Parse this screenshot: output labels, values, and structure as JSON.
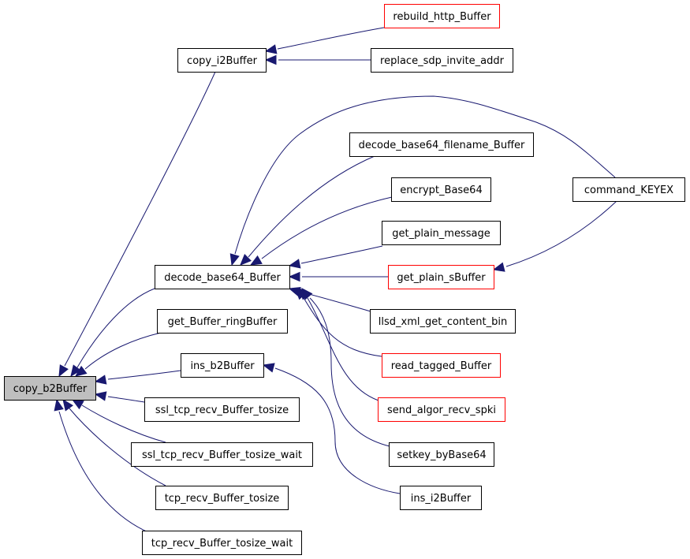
{
  "colors": {
    "edge": "#191970",
    "node_fill": "#ffffff",
    "node_border": "#000000",
    "node_border_truncated": "#ff0000",
    "root_fill": "#bfbfbf"
  },
  "nodes": {
    "copy_b2Buffer": {
      "label": "copy_b2Buffer",
      "root": true
    },
    "copy_i2Buffer": {
      "label": "copy_i2Buffer"
    },
    "rebuild_http_Buffer": {
      "label": "rebuild_http_Buffer",
      "truncated": true
    },
    "replace_sdp_invite_addr": {
      "label": "replace_sdp_invite_addr"
    },
    "decode_base64_Buffer": {
      "label": "decode_base64_Buffer"
    },
    "decode_base64_filename_Buffer": {
      "label": "decode_base64_filename_Buffer"
    },
    "encrypt_Base64": {
      "label": "encrypt_Base64"
    },
    "get_plain_message": {
      "label": "get_plain_message"
    },
    "get_plain_sBuffer": {
      "label": "get_plain_sBuffer",
      "truncated": true
    },
    "llsd_xml_get_content_bin": {
      "label": "llsd_xml_get_content_bin"
    },
    "read_tagged_Buffer": {
      "label": "read_tagged_Buffer",
      "truncated": true
    },
    "send_algor_recv_spki": {
      "label": "send_algor_recv_spki",
      "truncated": true
    },
    "setkey_byBase64": {
      "label": "setkey_byBase64"
    },
    "command_KEYEX": {
      "label": "command_KEYEX"
    },
    "get_Buffer_ringBuffer": {
      "label": "get_Buffer_ringBuffer"
    },
    "ins_b2Buffer": {
      "label": "ins_b2Buffer"
    },
    "ins_i2Buffer": {
      "label": "ins_i2Buffer"
    },
    "ssl_tcp_recv_Buffer_tosize": {
      "label": "ssl_tcp_recv_Buffer_tosize"
    },
    "ssl_tcp_recv_Buffer_tosize_wait": {
      "label": "ssl_tcp_recv_Buffer_tosize_wait"
    },
    "tcp_recv_Buffer_tosize": {
      "label": "tcp_recv_Buffer_tosize"
    },
    "tcp_recv_Buffer_tosize_wait": {
      "label": "tcp_recv_Buffer_tosize_wait"
    }
  },
  "edges": [
    {
      "from": "copy_i2Buffer",
      "to": "rebuild_http_Buffer"
    },
    {
      "from": "copy_i2Buffer",
      "to": "replace_sdp_invite_addr"
    },
    {
      "from": "copy_b2Buffer",
      "to": "copy_i2Buffer"
    },
    {
      "from": "decode_base64_Buffer",
      "to": "command_KEYEX"
    },
    {
      "from": "decode_base64_Buffer",
      "to": "decode_base64_filename_Buffer"
    },
    {
      "from": "decode_base64_Buffer",
      "to": "encrypt_Base64"
    },
    {
      "from": "decode_base64_Buffer",
      "to": "get_plain_message"
    },
    {
      "from": "decode_base64_Buffer",
      "to": "get_plain_sBuffer"
    },
    {
      "from": "decode_base64_Buffer",
      "to": "llsd_xml_get_content_bin"
    },
    {
      "from": "decode_base64_Buffer",
      "to": "read_tagged_Buffer"
    },
    {
      "from": "decode_base64_Buffer",
      "to": "send_algor_recv_spki"
    },
    {
      "from": "decode_base64_Buffer",
      "to": "setkey_byBase64"
    },
    {
      "from": "get_plain_sBuffer",
      "to": "command_KEYEX"
    },
    {
      "from": "ins_b2Buffer",
      "to": "ins_i2Buffer"
    },
    {
      "from": "copy_b2Buffer",
      "to": "decode_base64_Buffer"
    },
    {
      "from": "copy_b2Buffer",
      "to": "get_Buffer_ringBuffer"
    },
    {
      "from": "copy_b2Buffer",
      "to": "ins_b2Buffer"
    },
    {
      "from": "copy_b2Buffer",
      "to": "ssl_tcp_recv_Buffer_tosize"
    },
    {
      "from": "copy_b2Buffer",
      "to": "ssl_tcp_recv_Buffer_tosize_wait"
    },
    {
      "from": "copy_b2Buffer",
      "to": "tcp_recv_Buffer_tosize"
    },
    {
      "from": "copy_b2Buffer",
      "to": "tcp_recv_Buffer_tosize_wait"
    }
  ]
}
